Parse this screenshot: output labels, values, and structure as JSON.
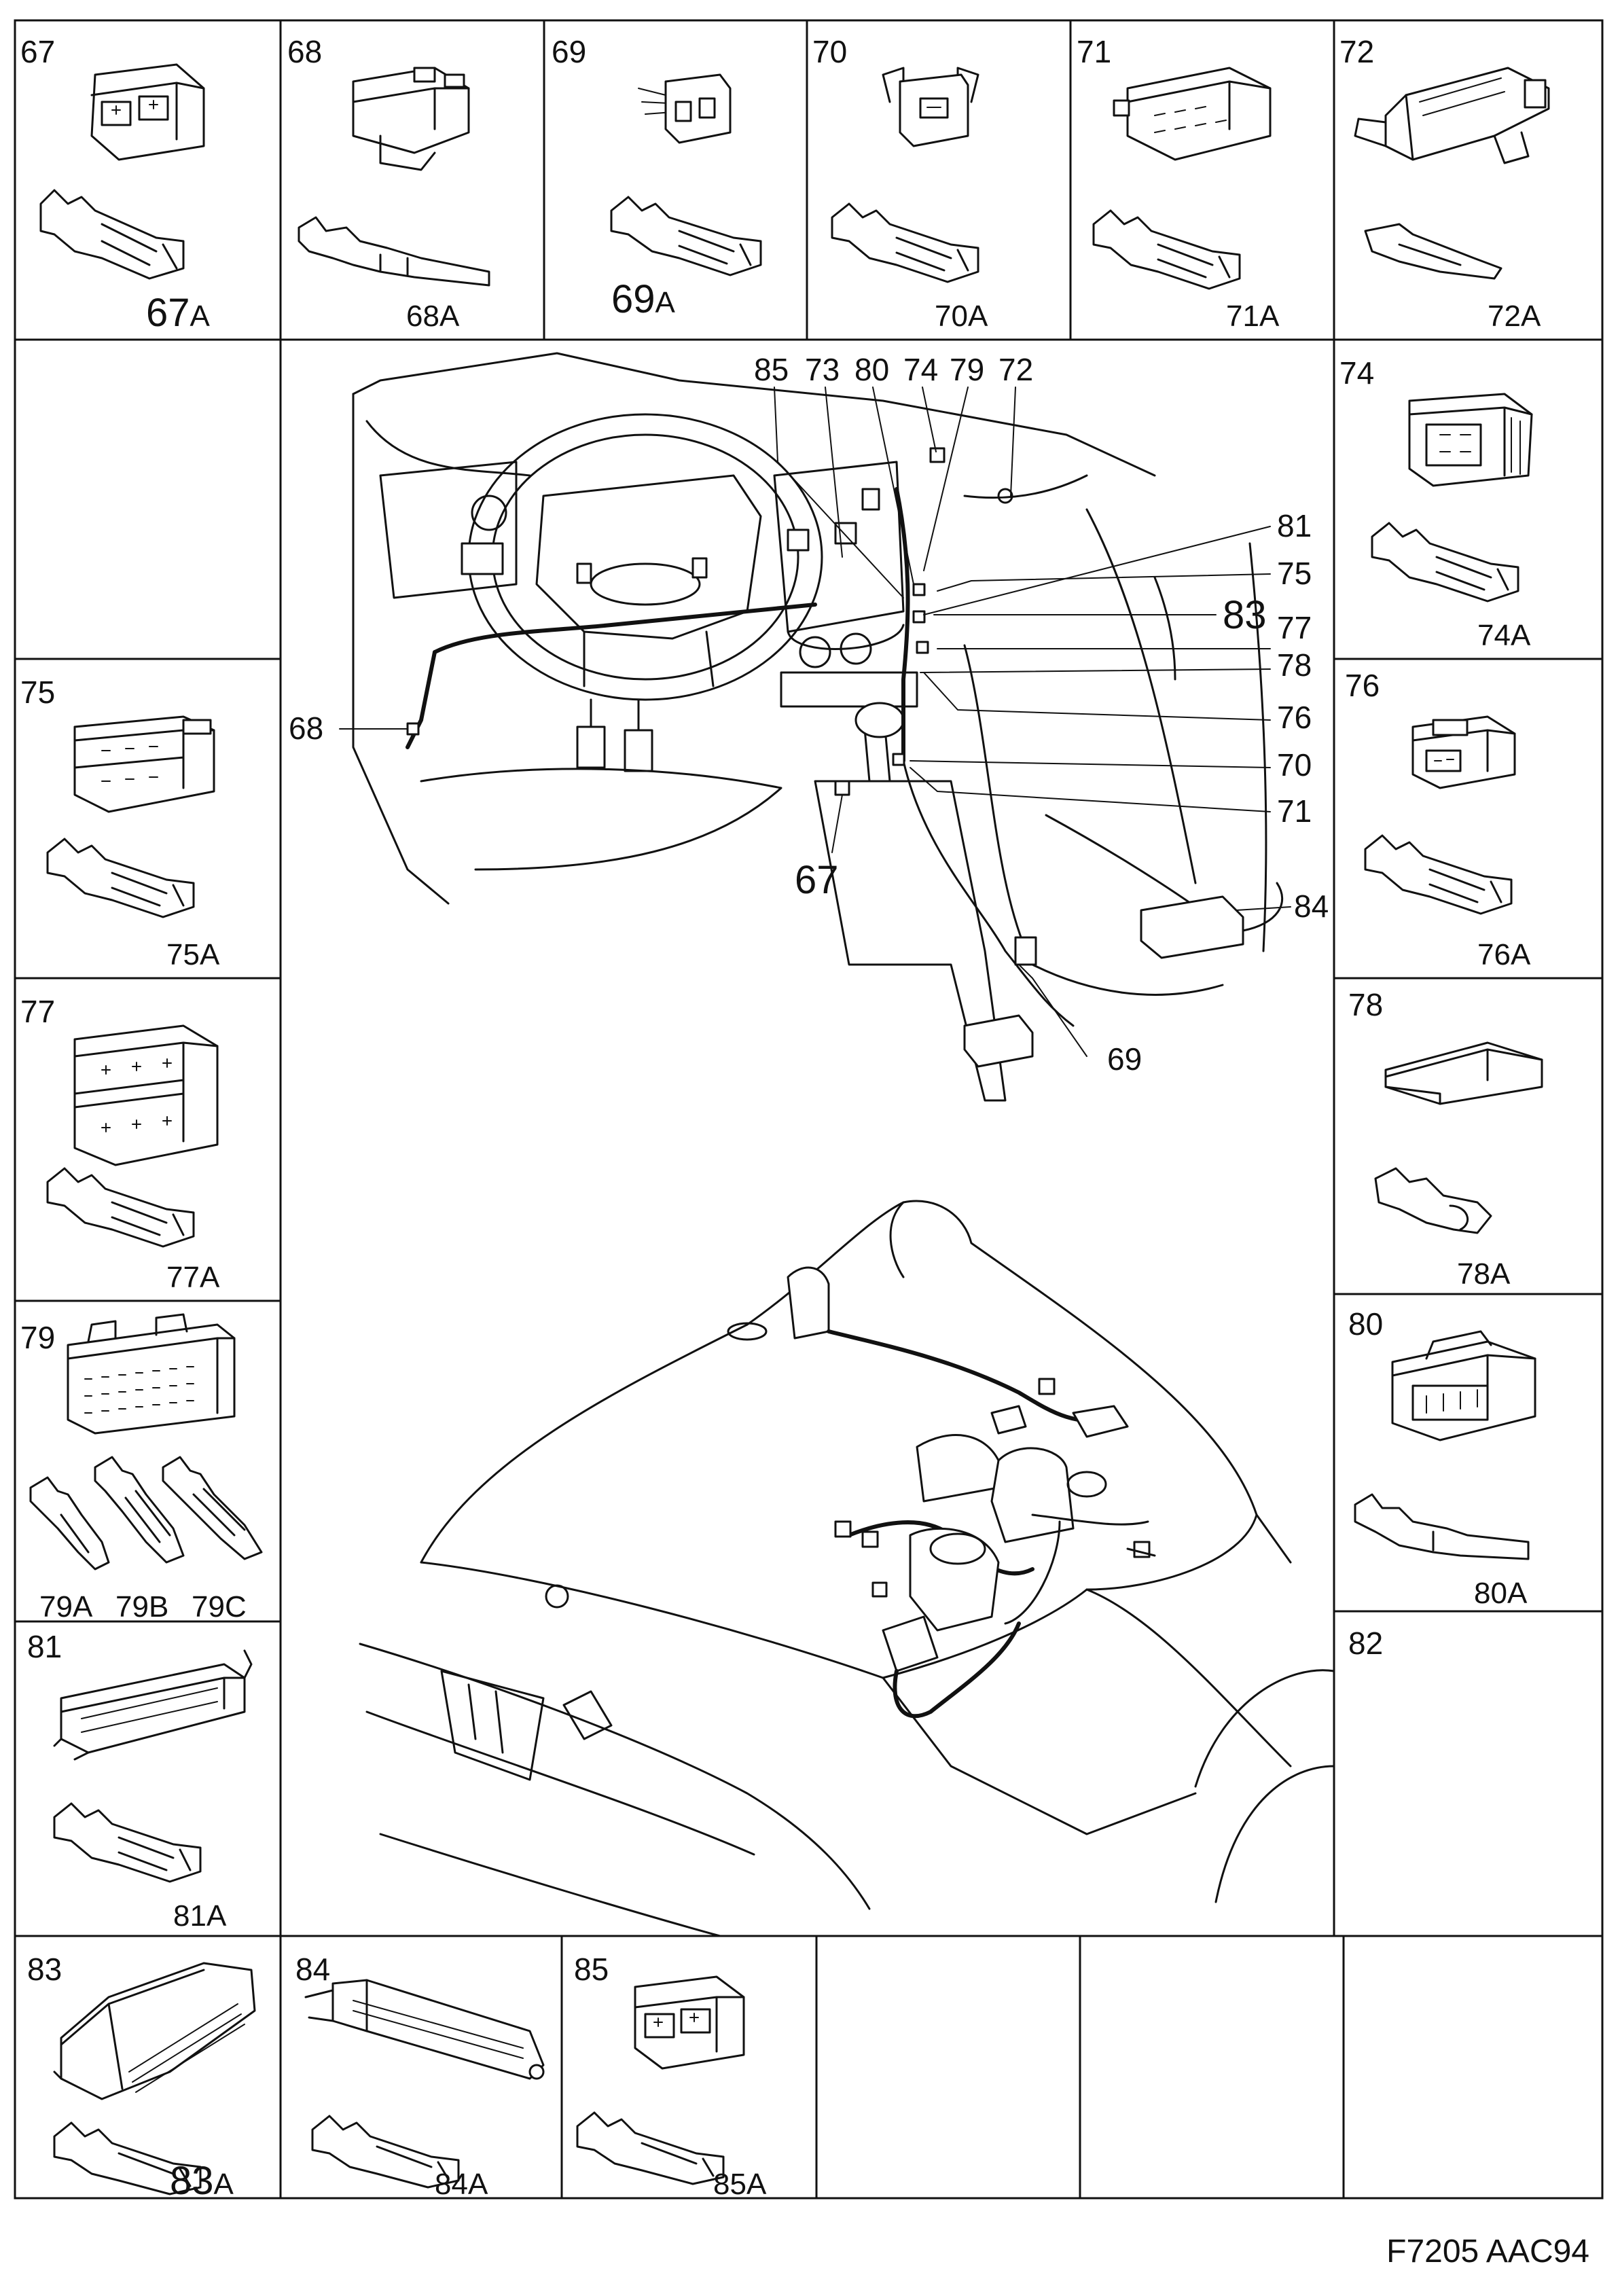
{
  "cells": [
    {
      "id": "67",
      "num": "67",
      "sub_num": "67",
      "sub_suffix": "A"
    },
    {
      "id": "68",
      "num": "68",
      "sub": "68A"
    },
    {
      "id": "69",
      "num": "69",
      "sub_num": "69",
      "sub_suffix": "A"
    },
    {
      "id": "70",
      "num": "70",
      "sub": "70A"
    },
    {
      "id": "71",
      "num": "71",
      "sub": "71A"
    },
    {
      "id": "72",
      "num": "72",
      "sub": "72A"
    },
    {
      "id": "74",
      "num": "74",
      "sub": "74A"
    },
    {
      "id": "75",
      "num": "75",
      "sub": "75A"
    },
    {
      "id": "76",
      "num": "76",
      "sub": "76A"
    },
    {
      "id": "77",
      "num": "77",
      "sub": "77A"
    },
    {
      "id": "78",
      "num": "78",
      "sub": "78A"
    },
    {
      "id": "79",
      "num": "79",
      "subs": [
        "79A",
        "79B",
        "79C"
      ]
    },
    {
      "id": "80",
      "num": "80",
      "sub": "80A"
    },
    {
      "id": "81",
      "num": "81",
      "sub": "81A"
    },
    {
      "id": "82",
      "num": "82"
    },
    {
      "id": "83",
      "num": "83",
      "sub_num": "83",
      "sub_suffix": "A"
    },
    {
      "id": "84",
      "num": "84",
      "sub": "84A"
    },
    {
      "id": "85",
      "num": "85",
      "sub": "85A"
    }
  ],
  "callouts": {
    "top": [
      "85",
      "73",
      "80",
      "74",
      "79",
      "72"
    ],
    "right": [
      "81",
      "75",
      "83",
      "77",
      "78",
      "76",
      "70",
      "71",
      "84",
      "69"
    ],
    "left": [
      "68"
    ],
    "bottom": [
      "67"
    ]
  },
  "figure_code": "F7205 AAC94"
}
